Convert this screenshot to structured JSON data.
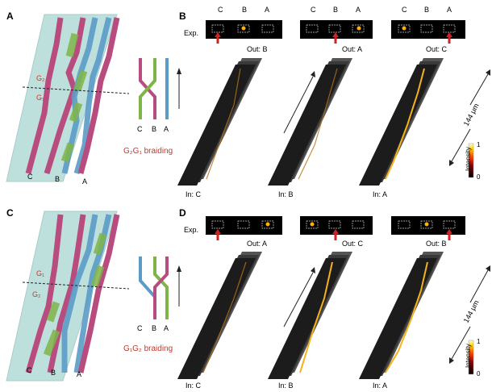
{
  "panels": {
    "A": {
      "letter": "A",
      "gate_top": "G₂",
      "gate_bottom": "G₁",
      "waveguides": [
        "C",
        "B",
        "A"
      ],
      "braid_labels": [
        "C",
        "B",
        "A"
      ],
      "caption": "G₂G₁ braiding"
    },
    "B": {
      "letter": "B",
      "exp_label": "Exp.",
      "columns": [
        "C",
        "B",
        "A"
      ],
      "outputs": [
        "Out: B",
        "Out: A",
        "Out: C"
      ],
      "inputs": [
        "In: C",
        "In: B",
        "In: A"
      ],
      "length_label": "144 μm",
      "colorbar_label": "Intensity",
      "colorbar_max": "1",
      "colorbar_min": "0"
    },
    "C": {
      "letter": "C",
      "gate_top": "G₁",
      "gate_bottom": "G₂",
      "waveguides": [
        "C",
        "B",
        "A"
      ],
      "braid_labels": [
        "C",
        "B",
        "A"
      ],
      "caption": "G₁G₂ braiding"
    },
    "D": {
      "letter": "D",
      "exp_label": "Exp.",
      "columns": [
        "C",
        "B",
        "A"
      ],
      "outputs": [
        "Out: A",
        "Out: C",
        "Out: B"
      ],
      "inputs": [
        "In: C",
        "In: B",
        "In: A"
      ],
      "length_label": "144 μm",
      "colorbar_label": "Intensity",
      "colorbar_max": "1",
      "colorbar_min": "0"
    }
  },
  "colors": {
    "pink": "#b84c7e",
    "blue": "#5b9bc7",
    "green": "#7fb548",
    "glass": "#a9d6d2",
    "red_text": "#c0392b",
    "arrow_red": "#d62020"
  }
}
